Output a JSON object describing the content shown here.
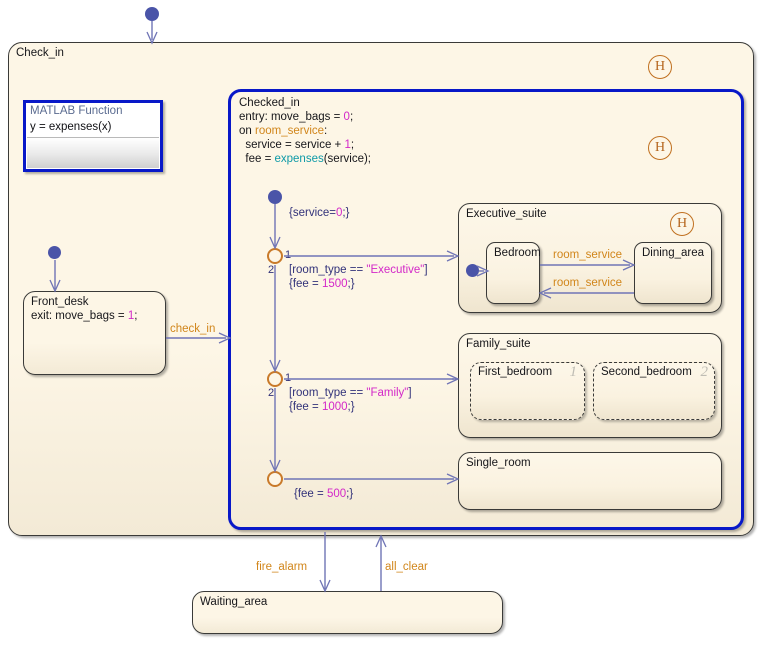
{
  "chart": {
    "title": "Check_in",
    "root_state": "Check_in",
    "history_top_label": "H",
    "history_checked_in_label": "H",
    "history_exec_label": "H"
  },
  "matlab_function": {
    "header": "MATLAB Function",
    "signature": "y = expenses(x)"
  },
  "front_desk": {
    "name": "Front_desk",
    "action": "exit: move_bags = 1;"
  },
  "checked_in": {
    "name": "Checked_in",
    "entry": "entry: move_bags = 0;",
    "on_event": "on room_service:",
    "action1": "  service = service + 1;",
    "action2": "  fee = expenses(service);",
    "entry_action_label": "{service=0;}"
  },
  "transitions": {
    "check_in": "check_in",
    "fire_alarm": "fire_alarm",
    "all_clear": "all_clear",
    "room_service_out": "room_service",
    "room_service_back": "room_service"
  },
  "junctions": [
    {
      "order_1": "1",
      "order_2": "2",
      "condition": "[room_type == \"Executive\"]",
      "action": "{fee = 1500;}",
      "condition_prefix": "[room_type == ",
      "condition_value": "\"Executive\"",
      "condition_suffix": "]",
      "action_prefix": "{fee = ",
      "action_value": "1500",
      "action_suffix": ";}"
    },
    {
      "order_1": "1",
      "order_2": "2",
      "condition_prefix": "[room_type == ",
      "condition_value": "\"Family\"",
      "condition_suffix": "]",
      "action_prefix": "{fee = ",
      "action_value": "1000",
      "action_suffix": ";}"
    },
    {
      "action_prefix": "{fee = ",
      "action_value": "500",
      "action_suffix": ";}"
    }
  ],
  "states": {
    "executive_suite": "Executive_suite",
    "bedroom": "Bedroom",
    "dining_area": "Dining_area",
    "family_suite": "Family_suite",
    "first_bedroom": "First_bedroom",
    "second_bedroom": "Second_bedroom",
    "first_bedroom_order": "1",
    "second_bedroom_order": "2",
    "single_room": "Single_room",
    "waiting_area": "Waiting_area"
  },
  "colors": {
    "state_fill": "#fdf6e6",
    "state_border": "#3a3a38",
    "checked_in_border": "#0818c8",
    "transition_wire": "#6f74b5",
    "event_text": "#d1861b",
    "literal_text": "#d328c8",
    "function_text": "#0e9aa7",
    "junction_border": "#c97a2a",
    "history_color": "#b5651d",
    "default_ball": "#4a54a8"
  }
}
